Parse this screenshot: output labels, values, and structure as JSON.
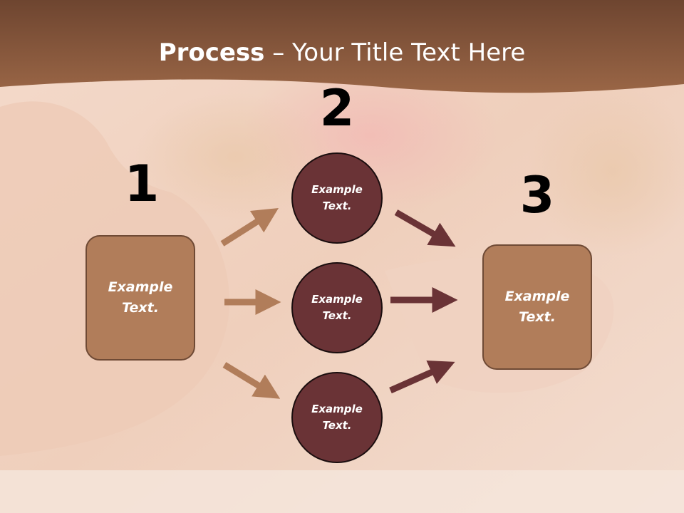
{
  "title": {
    "bold": "Process",
    "rest": " – Your Title Text Here"
  },
  "steps": {
    "one": {
      "number": "1",
      "text": "Example Text."
    },
    "two": {
      "number": "2",
      "items": [
        "Example Text.",
        "Example Text.",
        "Example Text."
      ]
    },
    "three": {
      "number": "3",
      "text": "Example Text."
    }
  },
  "colors": {
    "header": "#8e5c3c",
    "box_fill": "#b17d5a",
    "circle_fill": "#6a3336",
    "arrow_light": "#b17d5a",
    "arrow_dark": "#6a3336"
  }
}
